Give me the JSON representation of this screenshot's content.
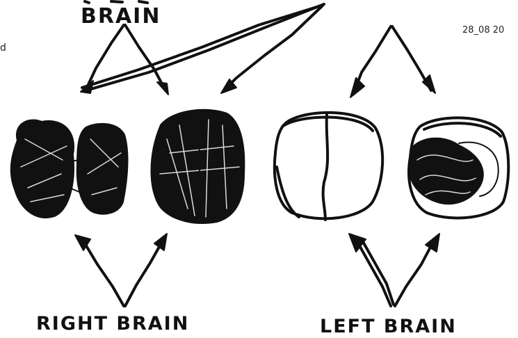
{
  "labels": {
    "top_partial": "BRAIN",
    "bottom_left": "RIGHT BRAIN",
    "bottom_right": "LEFT BRAIN"
  },
  "date_stamp": "28_08 20",
  "edge_text": "d",
  "colors": {
    "ink": "#111111",
    "background": "#ffffff"
  }
}
